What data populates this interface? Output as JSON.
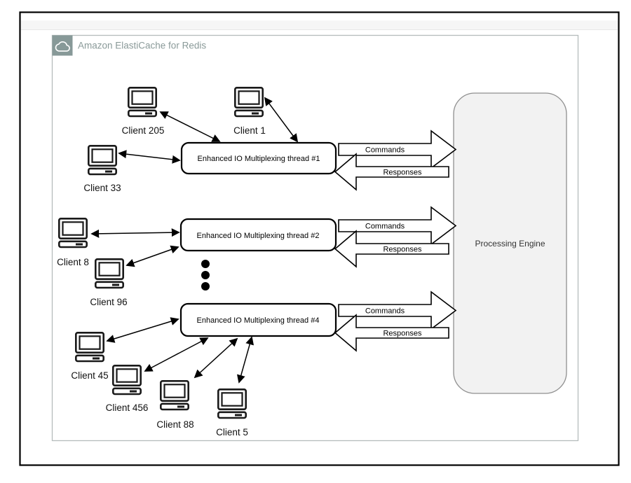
{
  "header": {
    "title": "Amazon ElastiCache for Redis",
    "icon": "cloud-icon",
    "icon_bg_color": "#879998",
    "title_color": "#8a9a99"
  },
  "clients": [
    {
      "label": "Client 205"
    },
    {
      "label": "Client 1"
    },
    {
      "label": "Client 33"
    },
    {
      "label": "Client 8"
    },
    {
      "label": "Client 96"
    },
    {
      "label": "Client 45"
    },
    {
      "label": "Client 456"
    },
    {
      "label": "Client 88"
    },
    {
      "label": "Client 5"
    }
  ],
  "threads": [
    {
      "label": "Enhanced IO Multiplexing thread #1"
    },
    {
      "label": "Enhanced IO Multiplexing thread #2"
    },
    {
      "label": "Enhanced IO Multiplexing thread #4"
    }
  ],
  "flows": {
    "commands": "Commands",
    "responses": "Responses"
  },
  "engine": {
    "label": "Processing Engine",
    "fill_color": "#f2f2f2"
  },
  "ellipsis": "vertical-dots-more-threads"
}
